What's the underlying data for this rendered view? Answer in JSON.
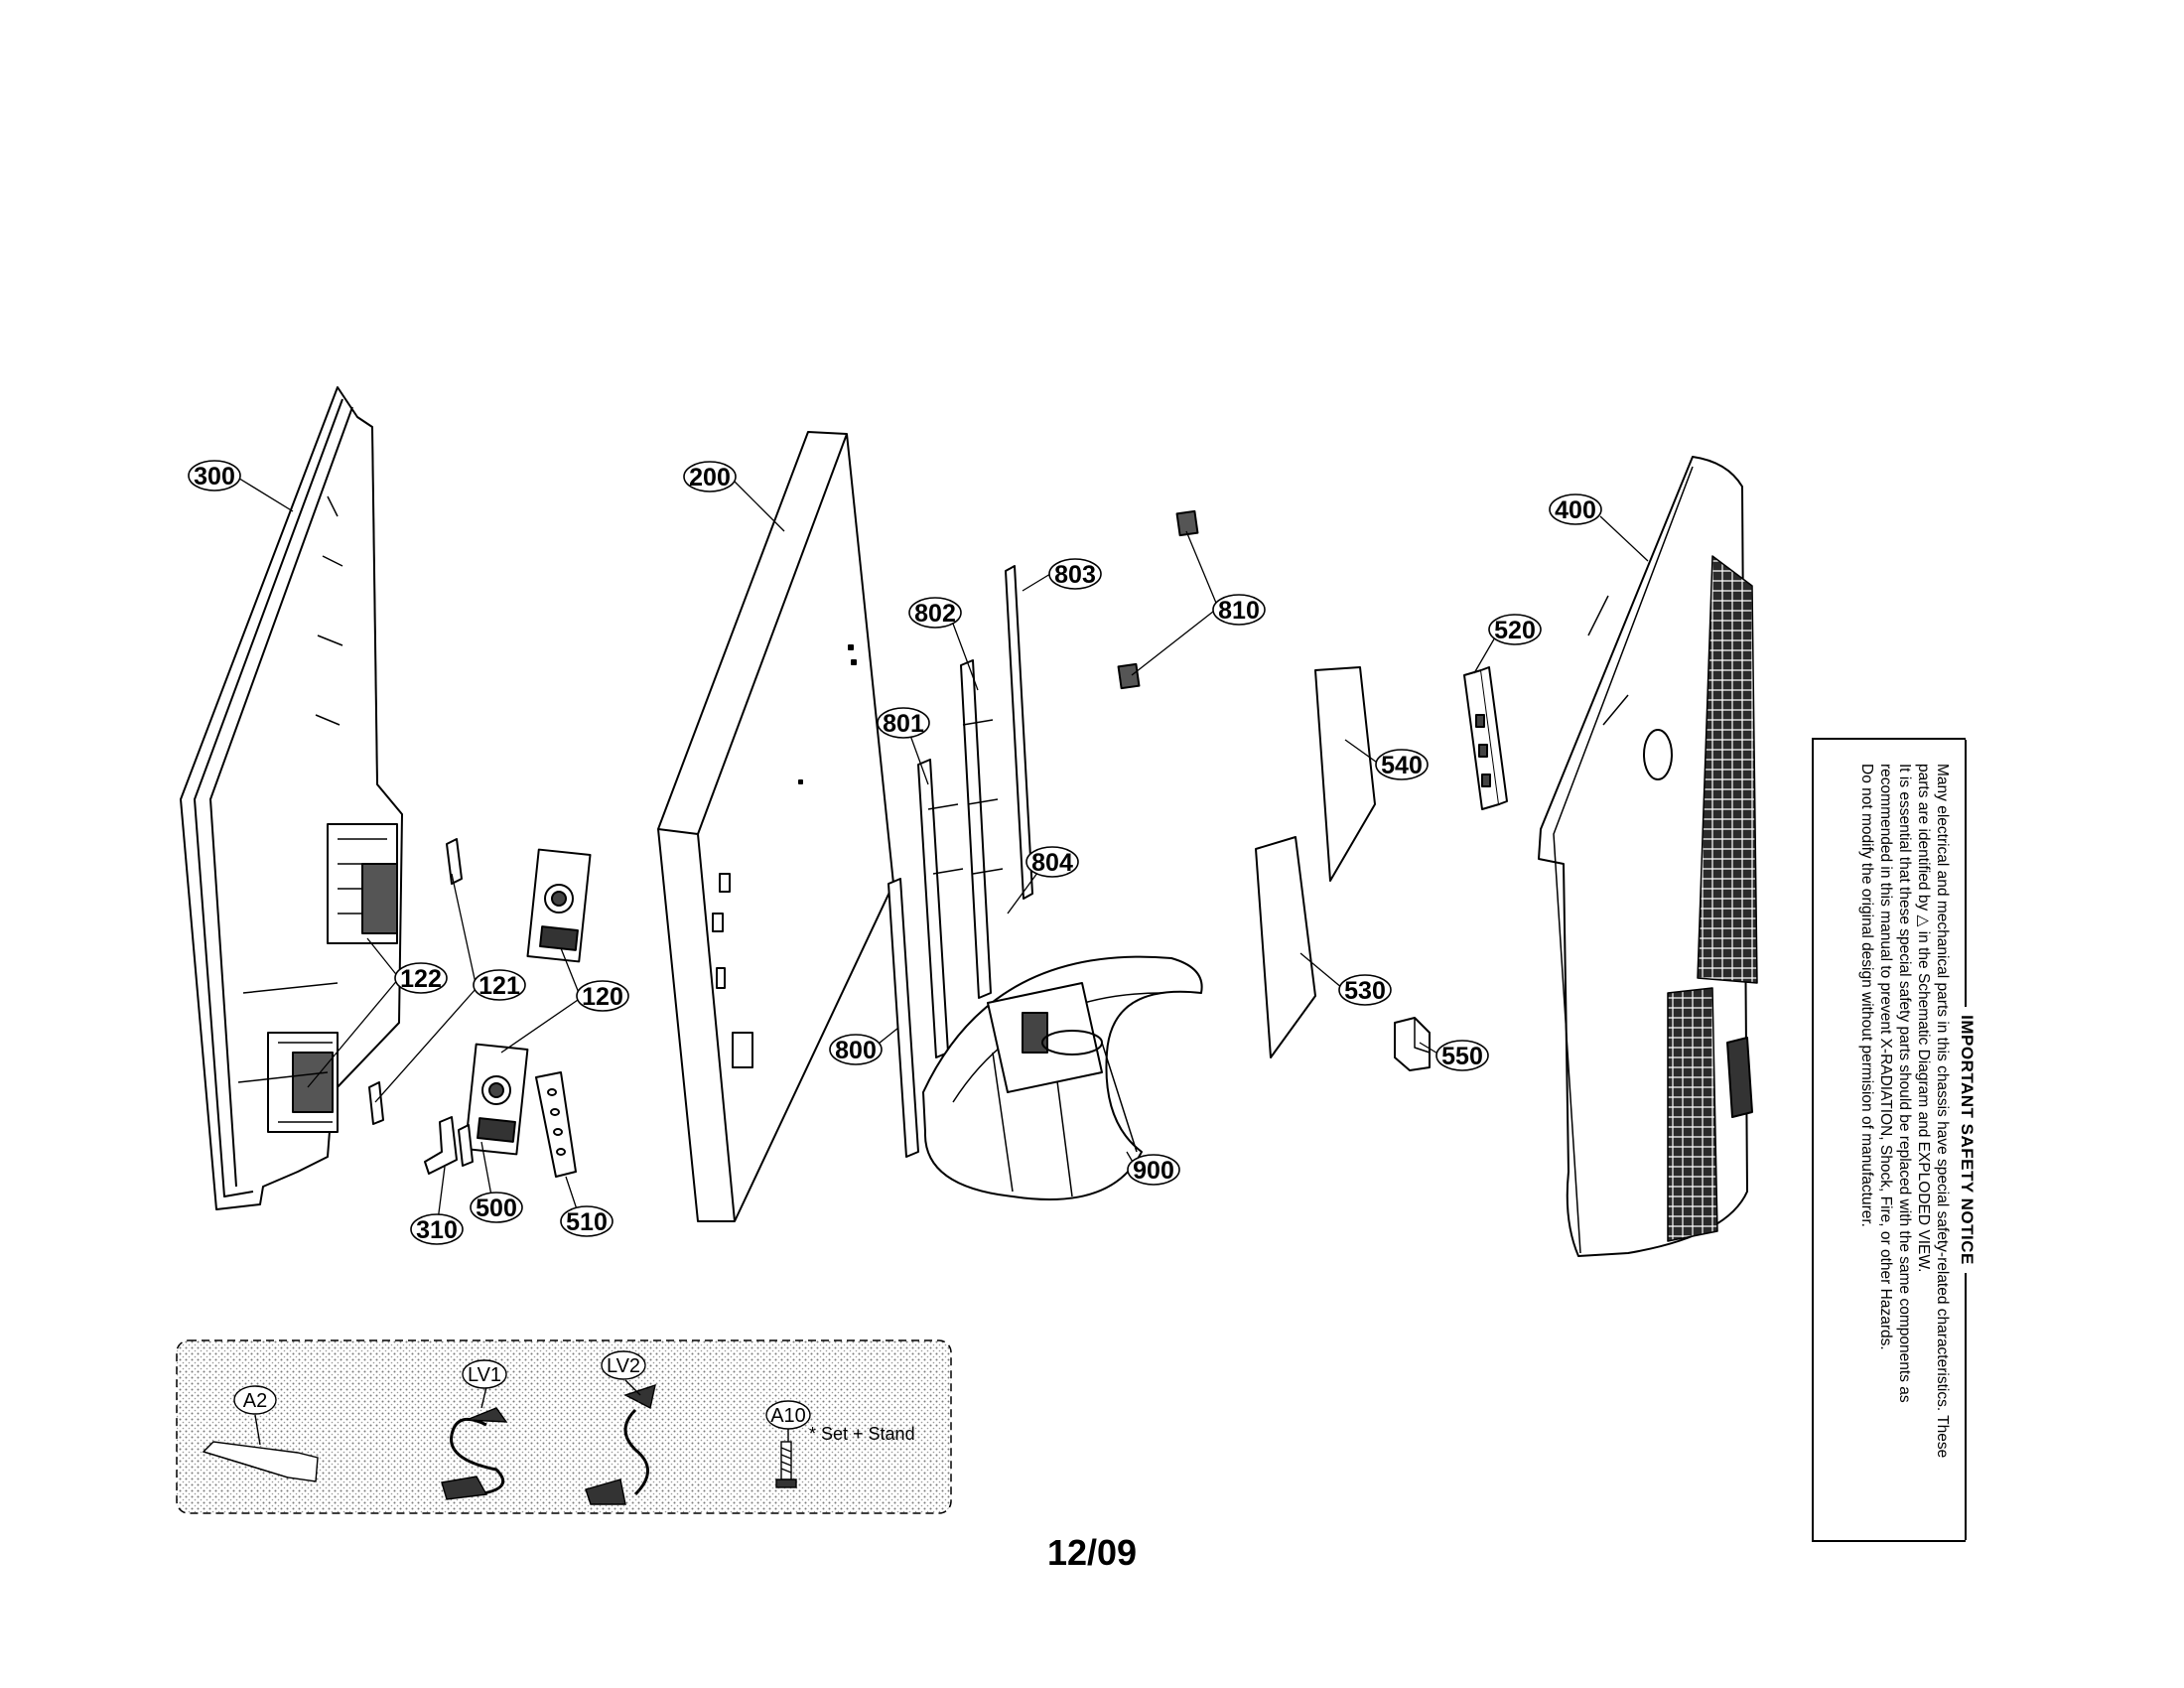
{
  "callouts": {
    "c300": "300",
    "c200": "200",
    "c400": "400",
    "c803": "803",
    "c802": "802",
    "c810": "810",
    "c520": "520",
    "c801": "801",
    "c540": "540",
    "c804": "804",
    "c122": "122",
    "c121": "121",
    "c120": "120",
    "c530": "530",
    "c800": "800",
    "c550": "550",
    "c900": "900",
    "c500": "500",
    "c510": "510",
    "c310": "310"
  },
  "accessories": {
    "a2": "A2",
    "lv1": "LV1",
    "lv2": "LV2",
    "a10": "A10",
    "note": "* Set + Stand"
  },
  "safety_notice": {
    "title": "IMPORTANT SAFETY NOTICE",
    "line1": "Many electrical and mechanical parts in this chassis have special safety-related characteristics. These",
    "line2": "parts are identified by △ in the Schematic Diagram and EXPLODED VIEW.",
    "line3": "It is essential that these special safety parts should be replaced with the same components as",
    "line4": "recommended in this manual to prevent X-RADIATION, Shock, Fire, or other Hazards.",
    "line5": "Do not modify the original design without permision of manufacturer."
  },
  "page_number": "12/09"
}
